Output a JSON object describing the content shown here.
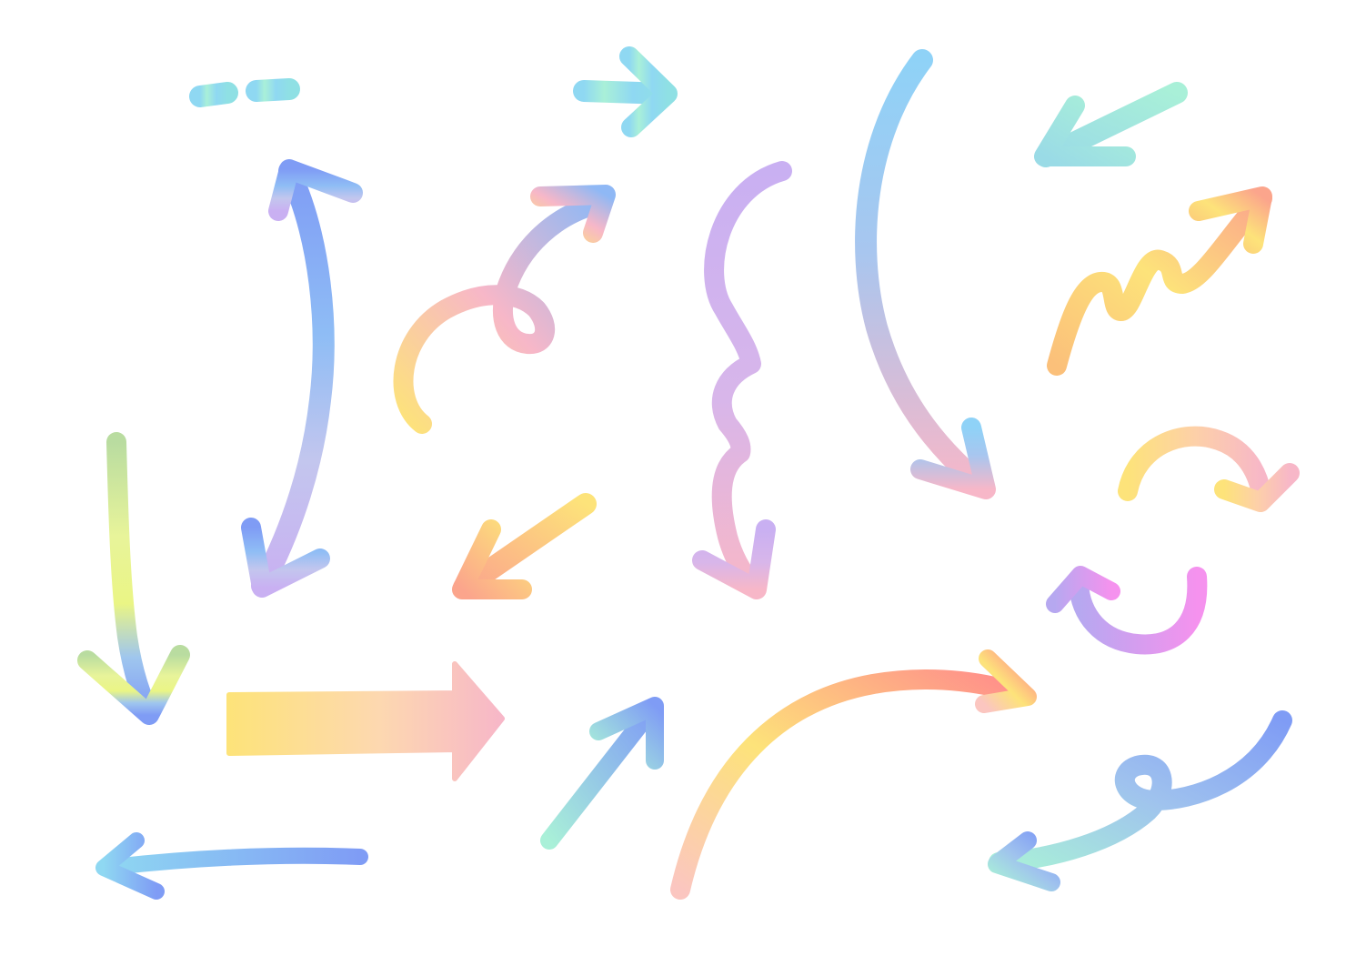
{
  "artwork": {
    "description_free": true,
    "palette": {
      "sky": "#8fd8f2",
      "blue": "#7f9cf5",
      "lavender": "#c9b0f2",
      "pink": "#f7b7c8",
      "peach": "#fbb38c",
      "yellow": "#fde37a",
      "mint": "#a9f0d8",
      "green": "#b9dca0",
      "coral": "#ff8b8b",
      "magenta": "#f592ee"
    },
    "arrows": [
      {
        "id": "dashed-right",
        "direction": "right",
        "style": "dashed",
        "colors": [
          "sky",
          "mint",
          "sky"
        ]
      },
      {
        "id": "dashed-down",
        "direction": "down",
        "style": "dashed",
        "colors": [
          "green",
          "yellow",
          "blue"
        ]
      },
      {
        "id": "double-vertical",
        "direction": "up-down",
        "style": "curved",
        "colors": [
          "blue",
          "lavender"
        ]
      },
      {
        "id": "loop-up-right",
        "direction": "up-right",
        "style": "loop",
        "colors": [
          "yellow",
          "pink",
          "blue"
        ]
      },
      {
        "id": "brace-down",
        "direction": "down",
        "style": "brace",
        "colors": [
          "lavender",
          "pink"
        ]
      },
      {
        "id": "long-curve-down",
        "direction": "down-right",
        "style": "curved",
        "colors": [
          "sky",
          "pink"
        ]
      },
      {
        "id": "straight-down-left-top",
        "direction": "down-left",
        "style": "straight",
        "colors": [
          "mint",
          "sky"
        ]
      },
      {
        "id": "zigzag-up-right",
        "direction": "up-right",
        "style": "zigzag",
        "colors": [
          "peach",
          "yellow",
          "peach"
        ]
      },
      {
        "id": "arc-right",
        "direction": "down-right",
        "style": "arc",
        "colors": [
          "yellow",
          "pink"
        ]
      },
      {
        "id": "straight-down-left-mid",
        "direction": "down-left",
        "style": "straight",
        "colors": [
          "yellow",
          "peach"
        ]
      },
      {
        "id": "u-turn",
        "direction": "up-left",
        "style": "u-turn",
        "colors": [
          "magenta",
          "lavender"
        ]
      },
      {
        "id": "block-right",
        "direction": "right",
        "style": "block",
        "colors": [
          "yellow",
          "pink"
        ]
      },
      {
        "id": "straight-up-right",
        "direction": "up-right",
        "style": "straight",
        "colors": [
          "mint",
          "blue"
        ]
      },
      {
        "id": "big-arc-right",
        "direction": "right",
        "style": "arc",
        "colors": [
          "pink",
          "yellow",
          "coral"
        ]
      },
      {
        "id": "straight-left",
        "direction": "left",
        "style": "straight",
        "colors": [
          "blue",
          "sky"
        ]
      },
      {
        "id": "loop-down-left",
        "direction": "down-left",
        "style": "loop",
        "colors": [
          "blue",
          "mint"
        ]
      }
    ]
  }
}
